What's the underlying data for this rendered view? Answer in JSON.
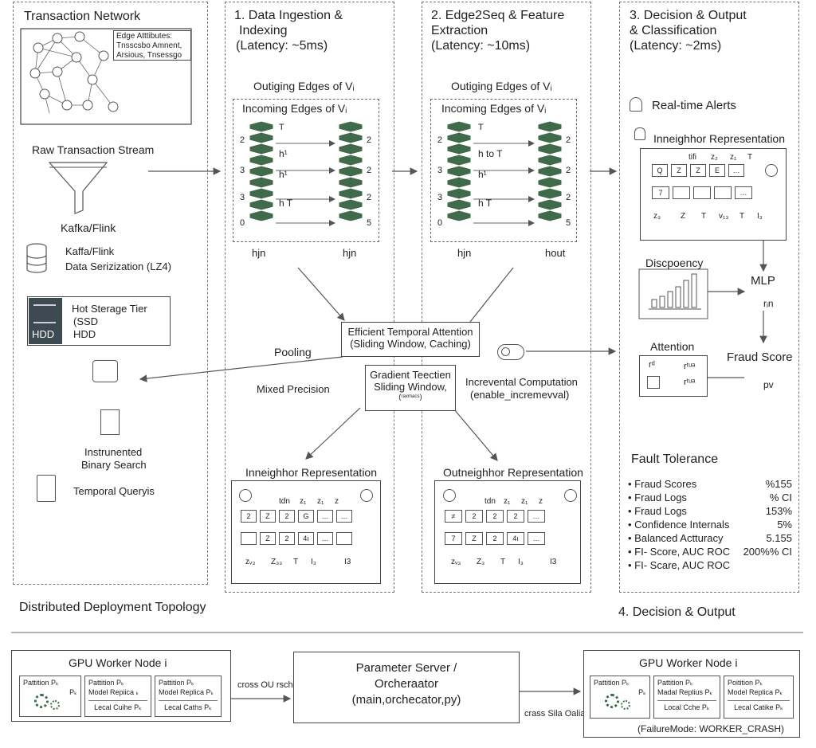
{
  "sections": {
    "network": {
      "title": "Transaction Network",
      "edge_attr": [
        "Edge Atttibutes:",
        "Tnsscsbo Amnent,",
        "Arsious, Tnsessgo"
      ],
      "raw_stream": "Raw Transaction Stream",
      "kafka": "Kafka/Flink",
      "kafka2": "Kaffa/Flink",
      "serialization": "Data Serizization (LZ4)",
      "hot_storage": "Hot Sterage Tier",
      "ssd": "(SSD",
      "hdd": "HDD",
      "hdd_badge": "HDD",
      "pooling": "Pooling",
      "instrumented": [
        "Instrunented",
        "Binary Search"
      ],
      "temporal_query": "Temporal Queryis"
    },
    "ingestion": {
      "title": [
        "1. Data Ingestion &",
        "Indexing",
        "(Latency: ~5ms)"
      ],
      "outgoing": "Outiging Edges of Vᵢ",
      "incoming": "Incoming Edges of Vᵢ",
      "left_nums": [
        "2",
        "3",
        "3",
        "0"
      ],
      "right_nums": [
        "2",
        "2",
        "2",
        "5"
      ],
      "mid": [
        "h¹",
        "h¹",
        "h T"
      ],
      "top_t": "T",
      "hin_left": "hjn",
      "hin_right": "hjn",
      "mixed": "Mixed Precision"
    },
    "edge2seq": {
      "title": [
        "2. Edge2Seq & Feature",
        "Extraction",
        "(Latency: ~10ms)"
      ],
      "outgoing": "Outiging Edges of Vᵢ",
      "incoming": "Incoming Edges of Vᵢ",
      "left_nums": [
        "2",
        "3",
        "3",
        "0"
      ],
      "right_nums": [
        "2",
        "2",
        "2",
        "5"
      ],
      "mid": [
        "h to T",
        "h¹",
        "h T"
      ],
      "top_t": "T",
      "hin": "hjn",
      "hout": "hout"
    },
    "attention": {
      "box1": [
        "Efficient Temporal Attention",
        "(Sliding Window, Caching)"
      ],
      "box2": [
        "Gradient Teectien",
        "Sliding Window,"
      ],
      "box2_small": "(ʳᵃˣᵐᵃᶜˢ)",
      "incremental": [
        "Increvental Computation",
        "(enable_incremevval)"
      ]
    },
    "inneighbor": {
      "title": "Inneighhor Representation",
      "head": [
        "tdn",
        "z₁",
        "z₁",
        "z"
      ],
      "row1": [
        "2",
        "Z",
        "2",
        "G",
        "…",
        "…"
      ],
      "row2": [
        "",
        "Z",
        "2",
        "4ı",
        "…",
        ""
      ],
      "foot": [
        "zᵥ₃",
        "Z₃₃",
        "T",
        "I₃",
        "I3"
      ]
    },
    "outneighbor": {
      "title": "Outneighhor Representation",
      "head": [
        "tdn",
        "z₁",
        "z₁",
        "z"
      ],
      "row1": [
        "≠",
        "2",
        "2",
        "2",
        "…"
      ],
      "row2": [
        "7",
        "Z",
        "2",
        "4ı",
        "…"
      ],
      "foot": [
        "zᵥ₃",
        "Z₃",
        "T",
        "I₃",
        "I3"
      ]
    },
    "decision": {
      "title": [
        "3. Decision & Output",
        "& Classification",
        "(Latency: ~2ms)"
      ],
      "alerts": "Real-time Alerts",
      "inneighbor": "Inneighhor Representation",
      "rep_head": [
        "tifi",
        "z₂",
        "z₁",
        "T"
      ],
      "rep_row1": [
        "Q",
        "Z",
        "Z",
        "E",
        "…"
      ],
      "rep_row2": [
        "7",
        "",
        "",
        "",
        "…"
      ],
      "rep_foot": [
        "z₃",
        "Z",
        "T",
        "v₁₃",
        "T",
        "I₃"
      ],
      "discrepancy": "Discpoency",
      "mlp": "MLP",
      "r_in": "rᵢn",
      "attention": "Attention",
      "r_d": "rᵈ",
      "r_tua1": "rᵗᵘᵃ",
      "r_tua2": "rᵗᵘᵃ",
      "fraud_score": "Fraud Score",
      "pv": "pv"
    },
    "fault": {
      "title": "Fault Tolerance",
      "items": [
        {
          "label": "Fraud Scores",
          "value": "%155"
        },
        {
          "label": "Fraud Logs",
          "value": "% CI"
        },
        {
          "label": "Fraud Logs",
          "value": "153%"
        },
        {
          "label": "Confidence Internals",
          "value": "5%"
        },
        {
          "label": "Balanced Actturacy",
          "value": "5.155"
        },
        {
          "label": "FI- Score, AUC ROC",
          "value": "200%% CI"
        },
        {
          "label": "FI- Scare, AUC ROC",
          "value": ""
        }
      ],
      "output_label": "4. Decision & Output"
    },
    "deployment": {
      "title": "Distributed Deployment Topology",
      "gpu_left": {
        "title": "GPU Worker Node i",
        "partition": "Pattition Pₖ",
        "pk": "Pₖ",
        "col2": [
          "Pattition Pₖ",
          "Model Repiica ₖ"
        ],
        "col2_cache": "Lecal Cuihe Pₖ",
        "col3": [
          "Pattition Pₖ",
          "Model Replica Pₖ"
        ],
        "col3_cache": "Lecal Caths Pₖ"
      },
      "arrow1": "cross OU rsch",
      "server": [
        "Parameter Server /",
        "Orcheraator",
        "(main,orchecator,py)"
      ],
      "arrow2": "crass Sila Oaliart",
      "gpu_right": {
        "title": "GPU Worker Node i",
        "partition": "Pattition Pₖ",
        "pk": "Pₖ",
        "col2": [
          "Pattition Pₖ",
          "Madal Replius Pₖ"
        ],
        "col2_cache": "Local Cche Pₖ",
        "col3": [
          "Poitition Pₖ",
          "Model Replica Pₖ"
        ],
        "col3_cache": "Lecal Catike Pₖ"
      },
      "failure": "(FailureMode: WORKER_CRASH)"
    }
  },
  "colors": {
    "stack_green": "#3f6b4a",
    "stack_light": "#eef3ee",
    "line": "#555555"
  }
}
